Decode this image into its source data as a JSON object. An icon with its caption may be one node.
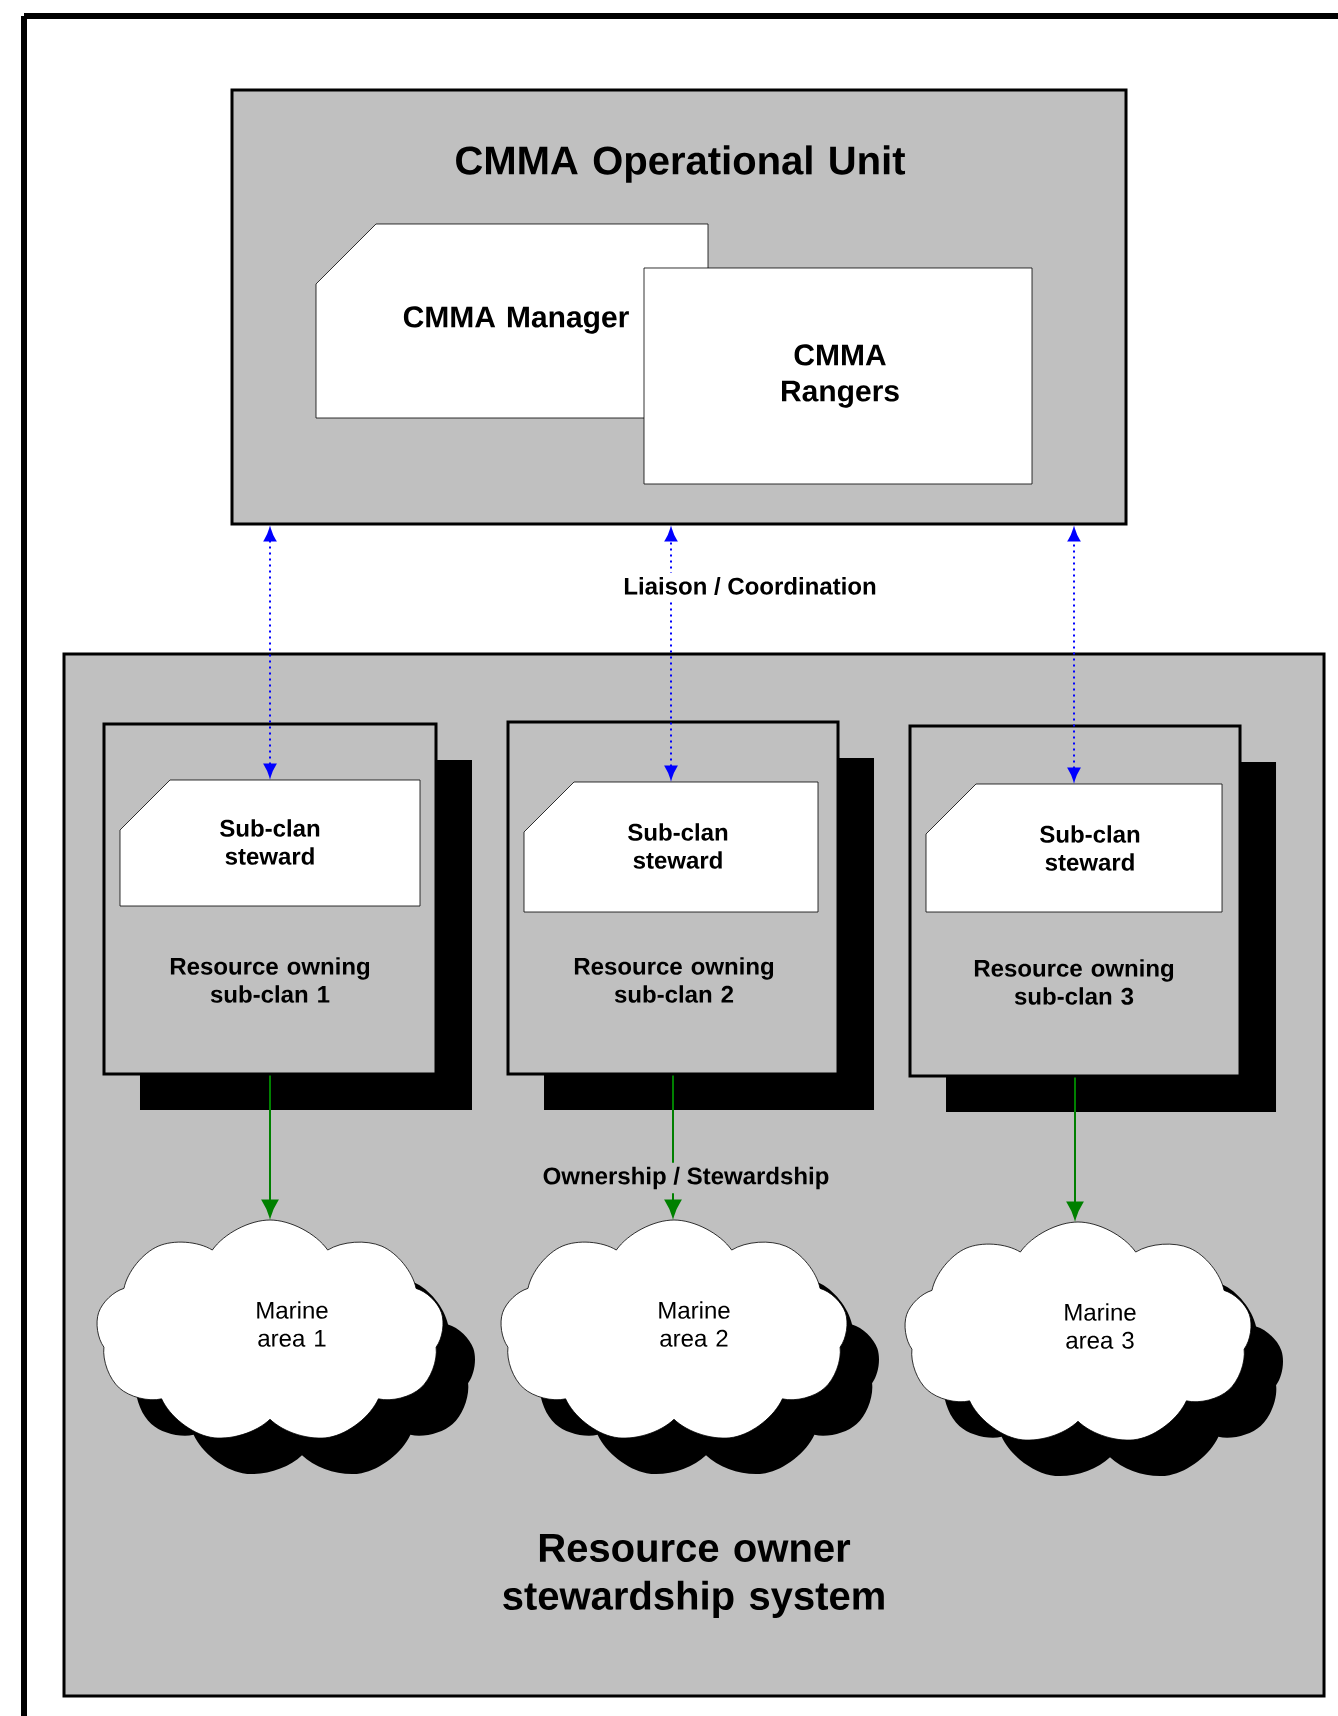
{
  "diagram": {
    "nodes": [
      {
        "text": [
          "CMMA Operational Unit"
        ]
      },
      {
        "text": [
          "CMMA Manager"
        ],
        "in": 0
      },
      {
        "text": [
          "CMMA Rangers"
        ],
        "in": 0
      },
      {
        "text": [
          "Resource owner stewardship system"
        ]
      },
      {
        "text": [
          "Resource owning sub-clan 1"
        ],
        "in": 3
      },
      {
        "text": [
          "Sub-clan steward"
        ],
        "in": 4
      },
      {
        "text": [
          "Resource owning sub-clan 2"
        ],
        "in": 3
      },
      {
        "text": [
          "Sub-clan steward"
        ],
        "in": 6
      },
      {
        "text": [
          "Resource owning sub-clan 3"
        ],
        "in": 3
      },
      {
        "text": [
          "Sub-clan steward"
        ],
        "in": 8
      },
      {
        "text": [
          "Marine area 1"
        ],
        "in": 3
      },
      {
        "text": [
          "Marine area 2"
        ],
        "in": 3
      },
      {
        "text": [
          "Marine area 3"
        ],
        "in": 3
      }
    ],
    "edges": [
      {
        "from": 5,
        "to": 0,
        "arrow": "both",
        "style": "dashed",
        "color": "#0000ff"
      },
      {
        "from": 7,
        "to": 0,
        "arrow": "both",
        "style": "dashed",
        "color": "#0000ff",
        "label": "Liaison / Coordination"
      },
      {
        "from": 9,
        "to": 0,
        "arrow": "both",
        "style": "dashed",
        "color": "#0000ff"
      },
      {
        "from": 4,
        "to": 10,
        "arrow": "to",
        "color": "#008000"
      },
      {
        "from": 6,
        "to": 11,
        "arrow": "to",
        "color": "#008000",
        "label": "Ownership / Stewardship"
      },
      {
        "from": 8,
        "to": 12,
        "arrow": "to",
        "color": "#008000"
      }
    ]
  }
}
